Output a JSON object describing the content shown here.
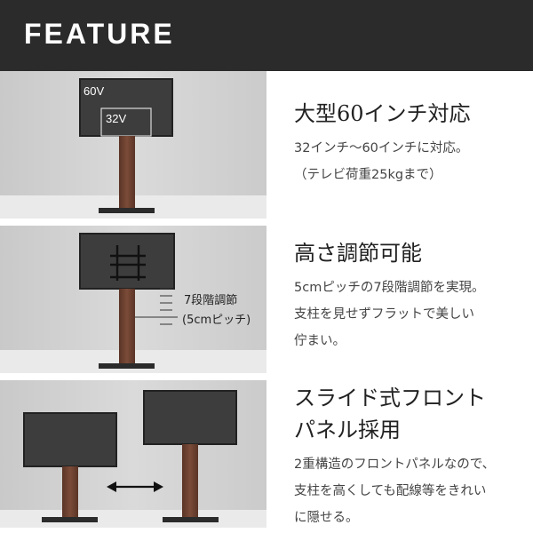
{
  "header": {
    "title": "FEATURE"
  },
  "features": [
    {
      "heading": [
        "大型60インチ対応"
      ],
      "body": [
        "32インチ〜60インチに対応。",
        "（テレビ荷重25kgまで）"
      ],
      "labels": {
        "large": "60V",
        "small": "32V"
      }
    },
    {
      "heading": [
        "高さ調節可能"
      ],
      "body": [
        "5cmピッチの7段階調節を実現。",
        "支柱を見せずフラットで美しい",
        "佇まい。"
      ],
      "labels": {
        "callout_1": "7段階調節",
        "callout_2": "(5cmピッチ)"
      }
    },
    {
      "heading": [
        "スライド式フロント",
        "パネル採用"
      ],
      "body": [
        "2重構造のフロントパネルなので、",
        "支柱を高くしても配線等をきれい",
        "に隠せる。"
      ]
    }
  ],
  "colors": {
    "header_bg": "#2b2b2b",
    "wall": "#d4d4d4",
    "floor": "#e9e9e9",
    "pole": "#6e4130",
    "tv": "#3c3c3c"
  }
}
